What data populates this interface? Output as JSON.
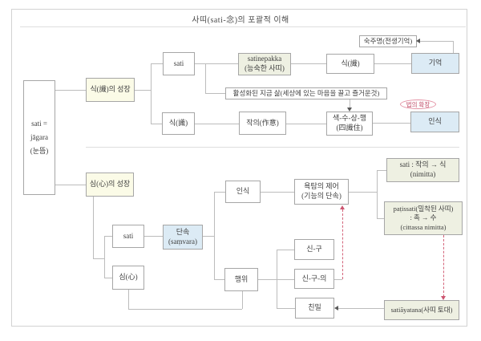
{
  "title": "사띠(sati-念)의 포괄적 이해",
  "colors": {
    "box_border": "#a6a6a6",
    "yellow_bg": "#fbfbe7",
    "green_bg": "#eef0e2",
    "blue_bg": "#dcebf5",
    "red_accent": "#cc5570",
    "line_gray": "#bcbcbc"
  },
  "nodes": {
    "root": [
      "sati =",
      "jāgara",
      "(눈뜸)"
    ],
    "vijnana_growth": [
      "식(識)의 성장"
    ],
    "sati_top": [
      "sati"
    ],
    "vijnana_left": [
      "식(識)"
    ],
    "satinepakka": [
      "satinepakka",
      "(능숙한 사띠)"
    ],
    "vijnana_right": [
      "식(識)"
    ],
    "memory": [
      "기억"
    ],
    "past_life": [
      "숙주명(전생기억)"
    ],
    "activated_life": [
      "활성화된 지금 삶(세상에 있는 마음을 끌고 즐거운것)"
    ],
    "attention": [
      "작의(作意)"
    ],
    "four_stations": [
      "색-수-상-행",
      "(四識住)"
    ],
    "perception_top": [
      "인식"
    ],
    "dharma_expansion": [
      "법의 확장"
    ],
    "mind_growth": [
      "심(心)의 성장"
    ],
    "sati_bottom": [
      "sati"
    ],
    "restraint": [
      "단속",
      "(saṃvara)"
    ],
    "mind": [
      "심(心)"
    ],
    "perception_bottom": [
      "인식"
    ],
    "desire_control": [
      "욕탐의 제어",
      "(기능의 단속)"
    ],
    "sati_nimitta": [
      "sati : 작의 → 식",
      "(nimitta)"
    ],
    "patissati": [
      "paṭissati(밀착된 사띠)",
      ": 촉 → 수",
      "(cittassa nimitta)"
    ],
    "behavior": [
      "행위"
    ],
    "body_speech": [
      "신-구"
    ],
    "body_speech_mind": [
      "신-구-의"
    ],
    "intimacy": [
      "친밀"
    ],
    "satiayatana": [
      "satiāyatana(사띠 토대)"
    ]
  }
}
